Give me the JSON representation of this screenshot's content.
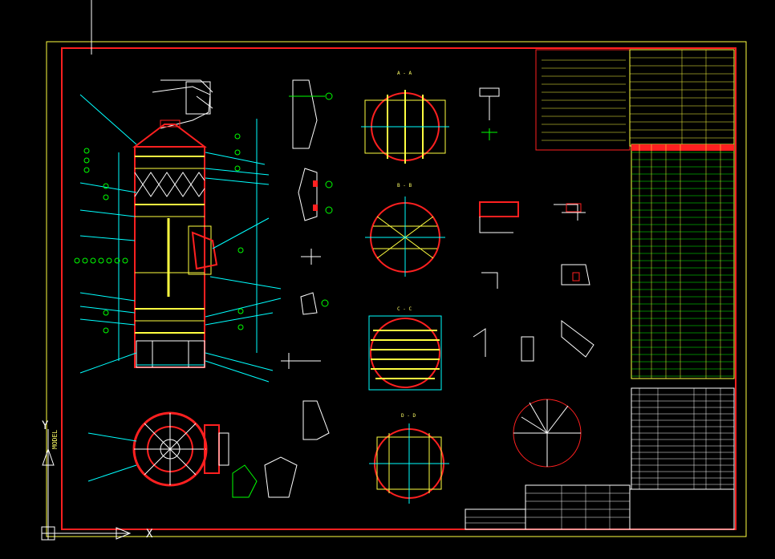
{
  "drawing": {
    "section_labels": [
      "A - A",
      "B - B",
      "C - C",
      "D - D"
    ],
    "ucs_axis": {
      "x_label": "X",
      "y_label": "Y"
    },
    "viewport_label": "MODEL",
    "colors": {
      "background": "#000000",
      "border_red": "#ff2020",
      "sheet_yellow": "#ffff40",
      "cyan": "#00ffff",
      "green": "#00ff00",
      "white": "#ffffff",
      "magenta": "#ff40ff"
    }
  }
}
